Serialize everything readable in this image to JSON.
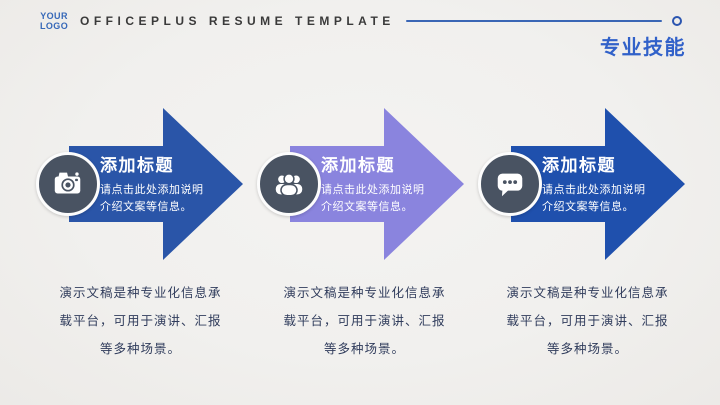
{
  "slide": {
    "background_color": "#f1f0ee",
    "header": {
      "logo_line1": "YOUR",
      "logo_line2": "LOGO",
      "logo_color": "#3668b8",
      "title": "OFFICEPLUS RESUME TEMPLATE",
      "title_color": "#3a3a3a",
      "line_color": "#3a66b5",
      "section_title": "专业技能",
      "section_title_color": "#3161c9"
    },
    "shared": {
      "circle_color": "#495362",
      "circle_border_color": "#fcfcfc",
      "caption_text_color": "#303c5c"
    },
    "steps": [
      {
        "icon": "camera-icon",
        "arrow_color": "#2a55a8",
        "title": "添加标题",
        "desc_line1": "请点击此处添加说明",
        "desc_line2": "介绍文案等信息。",
        "caption_line1": "演示文稿是种专业化信息承",
        "caption_line2": "载平台，可用于演讲、汇报",
        "caption_line3": "等多种场景。"
      },
      {
        "icon": "people-icon",
        "arrow_color": "#8a84de",
        "title": "添加标题",
        "desc_line1": "请点击此处添加说明",
        "desc_line2": "介绍文案等信息。",
        "caption_line1": "演示文稿是种专业化信息承",
        "caption_line2": "载平台，可用于演讲、汇报",
        "caption_line3": "等多种场景。"
      },
      {
        "icon": "chat-bubble-icon",
        "arrow_color": "#1f50ad",
        "title": "添加标题",
        "desc_line1": "请点击此处添加说明",
        "desc_line2": "介绍文案等信息。",
        "caption_line1": "演示文稿是种专业化信息承",
        "caption_line2": "载平台，可用于演讲、汇报",
        "caption_line3": "等多种场景。"
      }
    ]
  }
}
